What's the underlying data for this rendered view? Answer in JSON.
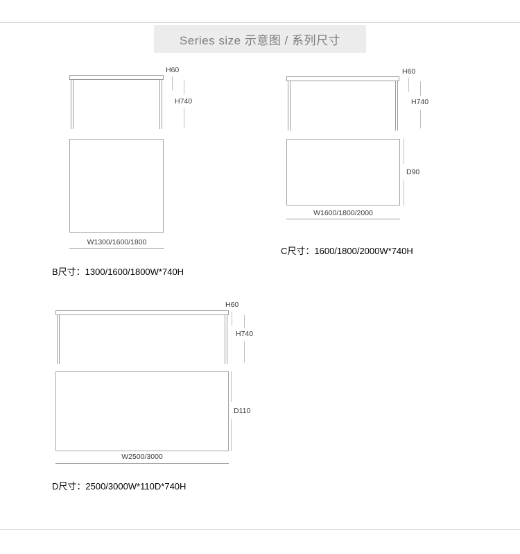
{
  "header": {
    "title": "Series size 示意图 / 系列尺寸"
  },
  "colors": {
    "title_box_bg": "#ececec",
    "outline": "#9a9a9a",
    "dimension_line": "#bdbdbd",
    "text": "#000000"
  },
  "diagrams": {
    "b": {
      "top_thickness_label": "H60",
      "height_label": "H740",
      "width_label": "W1300/1600/1800",
      "caption": "B尺寸：1300/1600/1800W*740H"
    },
    "c": {
      "top_thickness_label": "H60",
      "height_label": "H740",
      "depth_label": "D90",
      "width_label": "W1600/1800/2000",
      "caption": "C尺寸：1600/1800/2000W*740H"
    },
    "d": {
      "top_thickness_label": "H60",
      "height_label": "H740",
      "depth_label": "D110",
      "width_label": "W2500/3000",
      "caption": "D尺寸：2500/3000W*110D*740H"
    }
  }
}
